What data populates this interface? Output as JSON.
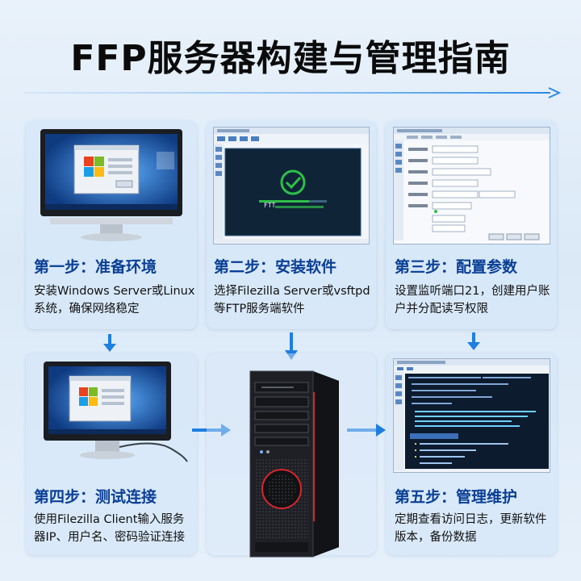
{
  "title": "FFP服务器构建与管理指南",
  "steps": [
    {
      "title": "第一步：准备环境",
      "desc": "安装Windows Server或Linux系统，确保网络稳定"
    },
    {
      "title": "第二步：安装软件",
      "desc": "选择Filezilla Server或vsftpd等FTP服务端软件"
    },
    {
      "title": "第三步：配置参数",
      "desc": "设置监听端口21，创建用户账户并分配读写权限"
    },
    {
      "title": "第四步：测试连接",
      "desc": "使用Filezilla Client输入服务器IP、用户名、密码验证连接"
    },
    {
      "title": "第五步：管理维护",
      "desc": "定期查看访问日志，更新软件版本，备份数据"
    }
  ],
  "install_screen": {
    "label": "FTT"
  },
  "colors": {
    "accent": "#1e7fe0",
    "title_blue": "#0a3f95",
    "success_green": "#2fbf4a",
    "server_red": "#d8262c"
  },
  "icons": [
    "monitor-icon",
    "checkmark-icon",
    "server-tower-icon",
    "arrow-right-icon",
    "arrow-down-icon"
  ]
}
